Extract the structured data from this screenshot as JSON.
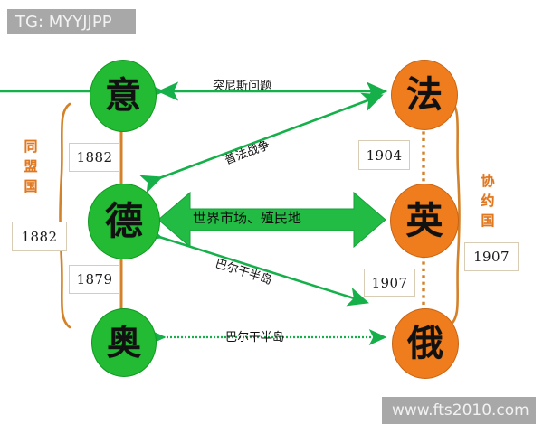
{
  "watermarks": {
    "top_left": "TG: MYYJJPP",
    "bottom_right": "www.fts2010.com"
  },
  "colors": {
    "green_node": "#22bb33",
    "orange_node": "#ef7d1e",
    "arrow_green": "#15b04a",
    "bracket_orange": "#d4822a",
    "connector_orange": "#d4822a",
    "year_box_border": "#d8cdb4",
    "watermark_bg": "#a8a8a8"
  },
  "nodes": {
    "italy": {
      "label": "意",
      "group": "alliance"
    },
    "germany": {
      "label": "德",
      "group": "alliance"
    },
    "austria": {
      "label": "奥",
      "group": "alliance"
    },
    "france": {
      "label": "法",
      "group": "entente"
    },
    "britain": {
      "label": "英",
      "group": "entente"
    },
    "russia": {
      "label": "俄",
      "group": "entente"
    }
  },
  "alliances": {
    "left": {
      "name": "同盟国",
      "chars": [
        "同",
        "盟",
        "国"
      ],
      "year": "1882"
    },
    "right": {
      "name": "协约国",
      "chars": [
        "协",
        "约",
        "国"
      ],
      "year": "1907"
    }
  },
  "year_boxes": {
    "italy_germany": "1882",
    "germany_austria": "1879",
    "france_britain": "1904",
    "britain_russia": "1907",
    "alliance_left": "1882",
    "alliance_right": "1907"
  },
  "arrows": [
    {
      "id": "italy-france",
      "label": "突尼斯问题",
      "from": "意",
      "to": "法",
      "style": "double"
    },
    {
      "id": "germany-france",
      "label": "普法战争",
      "from": "德",
      "to": "法",
      "style": "double"
    },
    {
      "id": "germany-britain",
      "label": "世界市场、殖民地",
      "from": "德",
      "to": "英",
      "style": "double-thick"
    },
    {
      "id": "germany-russia",
      "label": "巴尔干半岛",
      "from": "德",
      "to": "俄",
      "style": "double"
    },
    {
      "id": "austria-russia",
      "label": "巴尔干半岛",
      "from": "奥",
      "to": "俄",
      "style": "double"
    }
  ]
}
